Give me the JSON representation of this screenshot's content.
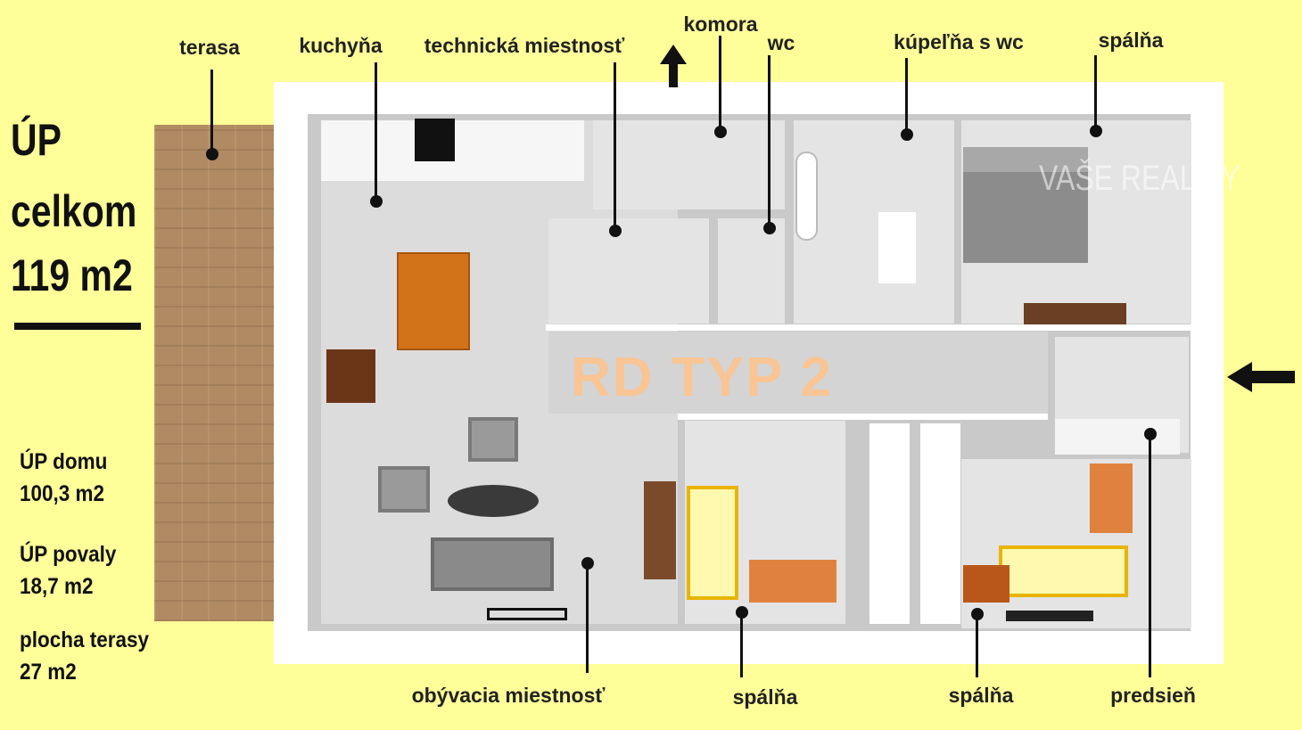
{
  "summary": {
    "line1": "ÚP",
    "line2": "celkom",
    "line3": "119 m2"
  },
  "areas": [
    {
      "label": "ÚP domu",
      "value": "100,3 m2"
    },
    {
      "label": "ÚP povaly",
      "value": "18,7 m2"
    },
    {
      "label": "plocha terasy",
      "value": "27 m2"
    }
  ],
  "plan_title": "RD TYP 2",
  "watermark": "VAŠE REALITY",
  "rooms_top": [
    "terasa",
    "kuchyňa",
    "technická miestnosť",
    "komora",
    "wc",
    "kúpeľňa s wc",
    "spálňa"
  ],
  "rooms_bottom": [
    "obývacia miestnosť",
    "spálňa",
    "spálňa",
    "predsieň"
  ],
  "colors": {
    "background": "#ffff99",
    "terrace": "#b08a62",
    "title": "#f9c594"
  }
}
